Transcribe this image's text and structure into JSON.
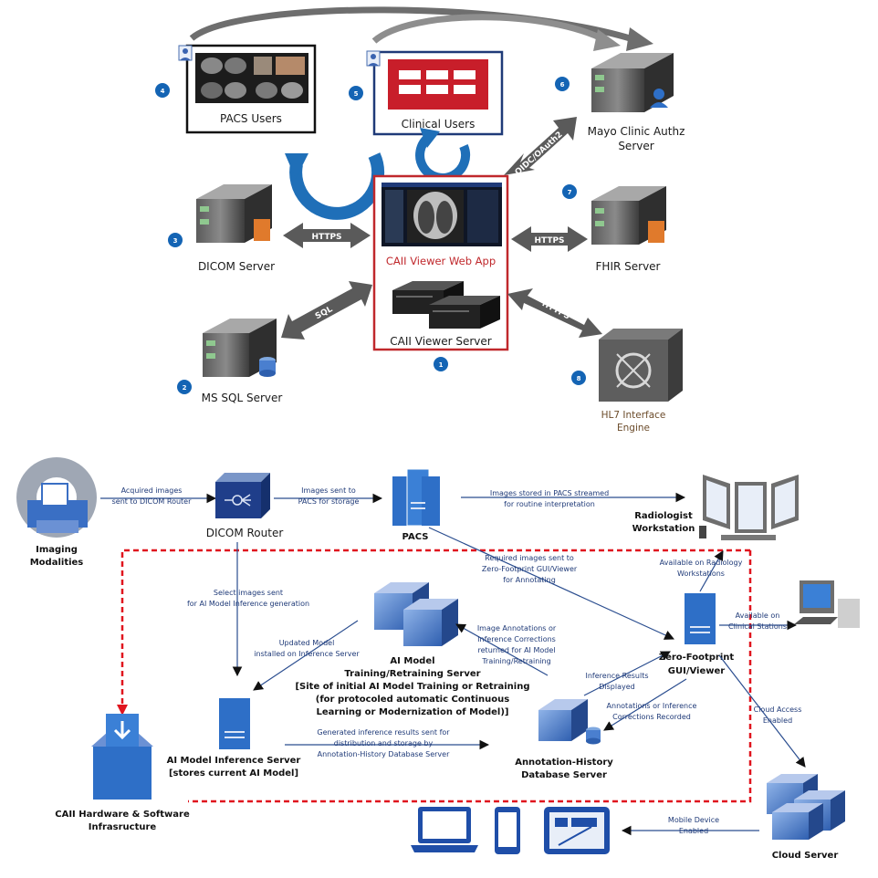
{
  "top": {
    "pacs_users": {
      "label": "PACS Users",
      "badge": "4"
    },
    "clinical_users": {
      "label": "Clinical Users",
      "badge": "5"
    },
    "authz_server": {
      "label_line1": "Mayo Clinic Authz",
      "label_line2": "Server",
      "badge": "6"
    },
    "dicom_server": {
      "label": "DICOM Server",
      "badge": "3"
    },
    "fhir_server": {
      "label": "FHIR Server",
      "badge": "7"
    },
    "sql_server": {
      "label": "MS SQL Server",
      "badge": "2"
    },
    "hl7_engine": {
      "label_line1": "HL7 Interface",
      "label_line2": "Engine",
      "badge": "8"
    },
    "caii_web_app": {
      "label": "CAII Viewer Web App"
    },
    "caii_server": {
      "label": "CAII Viewer Server",
      "badge": "1"
    },
    "arrows": {
      "https_dicom": "HTTPS",
      "https_fhir": "HTTPS",
      "sql": "SQL",
      "https_hl7": "HTTPS",
      "oidc": "OIDC/OAuth2"
    }
  },
  "bottom": {
    "imaging_modalities": {
      "line1": "Imaging",
      "line2": "Modalities"
    },
    "dicom_router": {
      "label": "DICOM Router"
    },
    "pacs": {
      "label": "PACS"
    },
    "radiologist_ws": {
      "line1": "Radiologist",
      "line2": "Workstation"
    },
    "ai_training": {
      "line1": "AI Model",
      "line2": "Training/Retraining Server",
      "line3": "[Site of initial AI Model Training or Retraining",
      "line4": "(for protocoled automatic Continuous",
      "line5": "Learning or Modernization of Model)]"
    },
    "zero_footprint": {
      "line1": "Zero-Footprint",
      "line2": "GUI/Viewer"
    },
    "inference_server": {
      "line1": "AI Model Inference Server",
      "line2": "[stores current AI Model]"
    },
    "annotation_db": {
      "line1": "Annotation-History",
      "line2": "Database Server"
    },
    "caii_infra": {
      "line1": "CAII Hardware & Software",
      "line2": "Infrasructure"
    },
    "cloud_server": {
      "label": "Cloud Server"
    },
    "notes": {
      "acquired_1": "Acquired images",
      "acquired_2": "sent to DICOM Router",
      "sent_pacs_1": "Images sent to",
      "sent_pacs_2": "PACS for storage",
      "stored_1": "Images stored in PACS streamed",
      "stored_2": "for routine interpretation",
      "required_1": "Required images sent to",
      "required_2": "Zero-Footprint GUI/Viewer",
      "required_3": "for Annotating",
      "available_rad_1": "Available on Radiology",
      "available_rad_2": "Workstations",
      "available_clin_1": "Available on",
      "available_clin_2": "Clinical Stations",
      "select_1": "Select images sent",
      "select_2": "for AI Model Inference generation",
      "updated_1": "Updated Model",
      "updated_2": "installed on Inference Server",
      "annot_corr_1": "Image Annotations or",
      "annot_corr_2": "Inference Corrections",
      "annot_corr_3": "returned for AI Model",
      "annot_corr_4": "Training/Retraining",
      "results_1": "Inference Results",
      "results_2": "Displayed",
      "recorded_1": "Annotations or Inference",
      "recorded_2": "Corrections Recorded",
      "cloud_1": "Cloud Access",
      "cloud_2": "Enabled",
      "generated_1": "Generated inference results sent for",
      "generated_2": "distribution and storage by",
      "generated_3": "Annotation-History Database Server",
      "mobile_1": "Mobile Device",
      "mobile_2": "Enabled"
    }
  },
  "colors": {
    "badge": "#1464b4",
    "curve_arrow": "#1f6fb8",
    "caii_border": "#c0282c",
    "dashed_red": "#e0141e",
    "flow_line": "#2a4d8f",
    "server_blue": "#2e6fc7",
    "gray_arrow": "#5a5a5a"
  }
}
